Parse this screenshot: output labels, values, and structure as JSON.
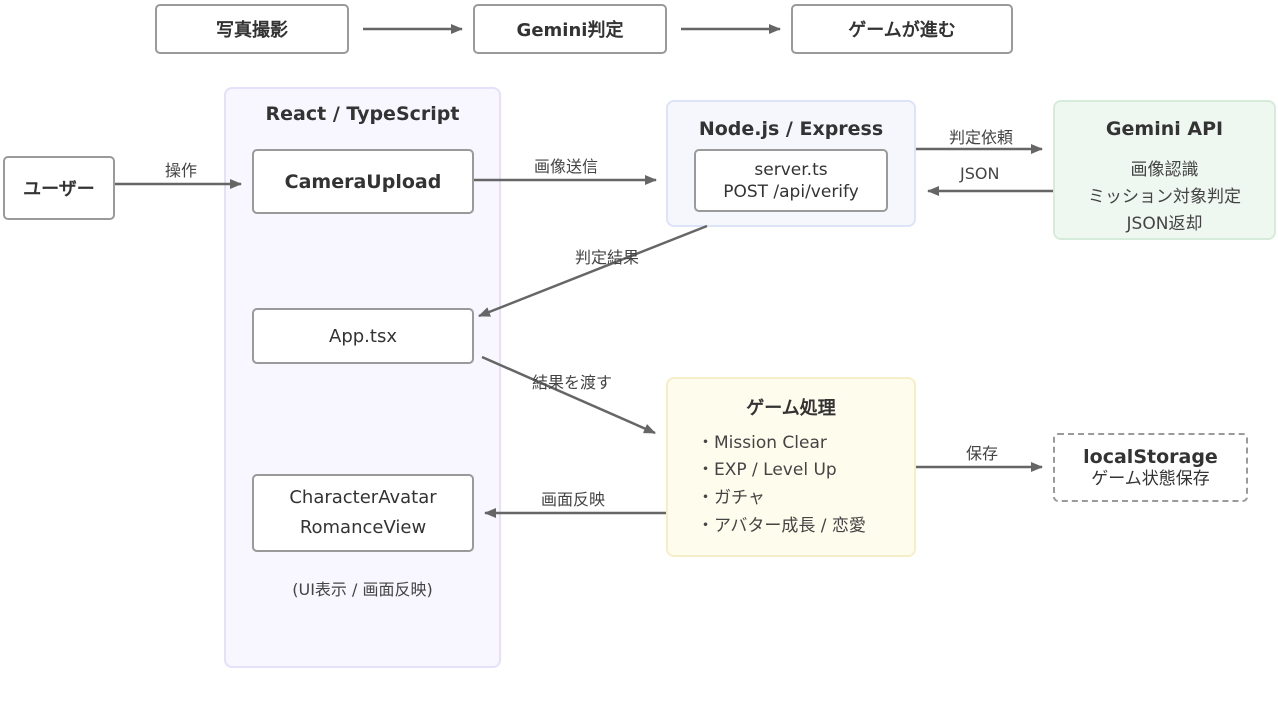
{
  "flow": {
    "step1": "写真撮影",
    "step2": "Gemini判定",
    "step3": "ゲームが進む"
  },
  "user": {
    "label": "ユーザー"
  },
  "frontend": {
    "title": "React / TypeScript",
    "camera_upload": "CameraUpload",
    "app": "App.tsx",
    "avatar_line1": "CharacterAvatar",
    "avatar_line2": "RomanceView",
    "note": "(UI表示 / 画面反映)"
  },
  "backend": {
    "title": "Node.js / Express",
    "file": "server.ts",
    "endpoint": "POST /api/verify"
  },
  "gemini": {
    "title": "Gemini API",
    "line1": "画像認識",
    "line2": "ミッション対象判定",
    "line3": "JSON返却"
  },
  "game": {
    "title": "ゲーム処理",
    "items": [
      "・Mission Clear",
      "・EXP / Level Up",
      "・ガチャ",
      "・アバター成長 / 恋愛"
    ]
  },
  "storage": {
    "title": "localStorage",
    "subtitle": "ゲーム状態保存"
  },
  "edges": {
    "operate": "操作",
    "send_image": "画像送信",
    "request_judgement": "判定依頼",
    "json": "JSON",
    "judgement_result": "判定結果",
    "pass_result": "結果を渡す",
    "reflect_screen": "画面反映",
    "save": "保存"
  },
  "colors": {
    "arrow": "#666666",
    "border": "#9a9a9a",
    "frontend_bg": "#f8f6fe",
    "backend_bg": "#f5f7fd",
    "gemini_bg": "#eef7f0",
    "game_bg": "#fefcec"
  }
}
